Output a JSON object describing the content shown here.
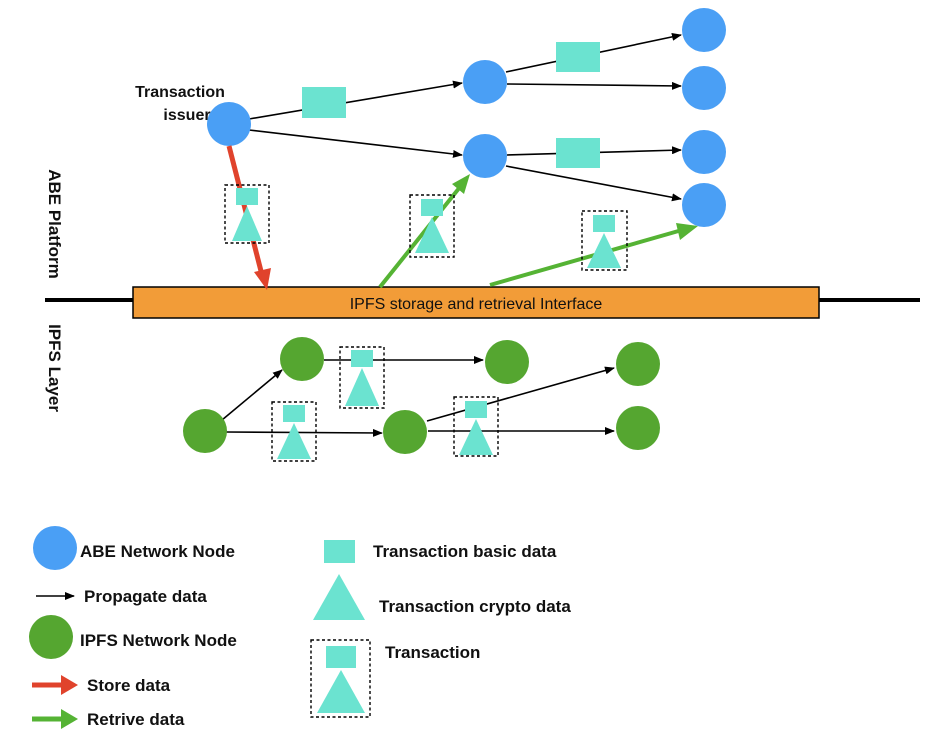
{
  "labels": {
    "issuer_line1": "Transaction",
    "issuer_line2": "issuer",
    "abe_platform": "ABE Platform",
    "ipfs_layer": "IPFS Layer",
    "interface": "IPFS  storage and retrieval Interface"
  },
  "legend": {
    "abe_node": "ABE Network Node",
    "propagate": "Propagate data",
    "ipfs_node": "IPFS Network Node",
    "store": "Store data",
    "retrieve": "Retrive data",
    "basic_data": "Transaction basic data",
    "crypto_data": "Transaction crypto data",
    "transaction": "Transaction"
  },
  "colors": {
    "abe_node": "#4a9ff5",
    "ipfs_node": "#55a630",
    "basic_data": "#6be3d0",
    "store_arrow": "#e0432c",
    "retrieve_arrow": "#55b334",
    "interface_fill": "#f29c38",
    "edge": "#000000"
  }
}
